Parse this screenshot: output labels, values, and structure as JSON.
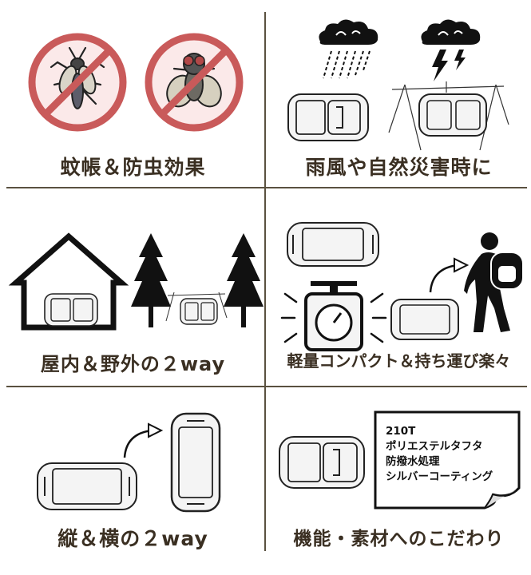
{
  "panels": [
    {
      "id": "mosquito",
      "caption": "蚊帳＆防虫効果"
    },
    {
      "id": "weather",
      "caption": "雨風や自然災害時に"
    },
    {
      "id": "indoor-outdoor",
      "caption": "屋内＆野外の２way"
    },
    {
      "id": "portable",
      "caption": "軽量コンパクト＆持ち運び楽々"
    },
    {
      "id": "orientation",
      "caption": "縦＆横の２way"
    },
    {
      "id": "material",
      "caption": "機能・素材へのこだわり"
    }
  ],
  "material_note": {
    "lines": [
      "210T",
      "ポリエステルタフタ",
      "防撥水処理",
      "シルバーコーティング"
    ]
  },
  "colors": {
    "caption": "#3a2f22",
    "divider": "#5a5140",
    "prohibit": "#c95a5a",
    "icon": "#111111"
  }
}
